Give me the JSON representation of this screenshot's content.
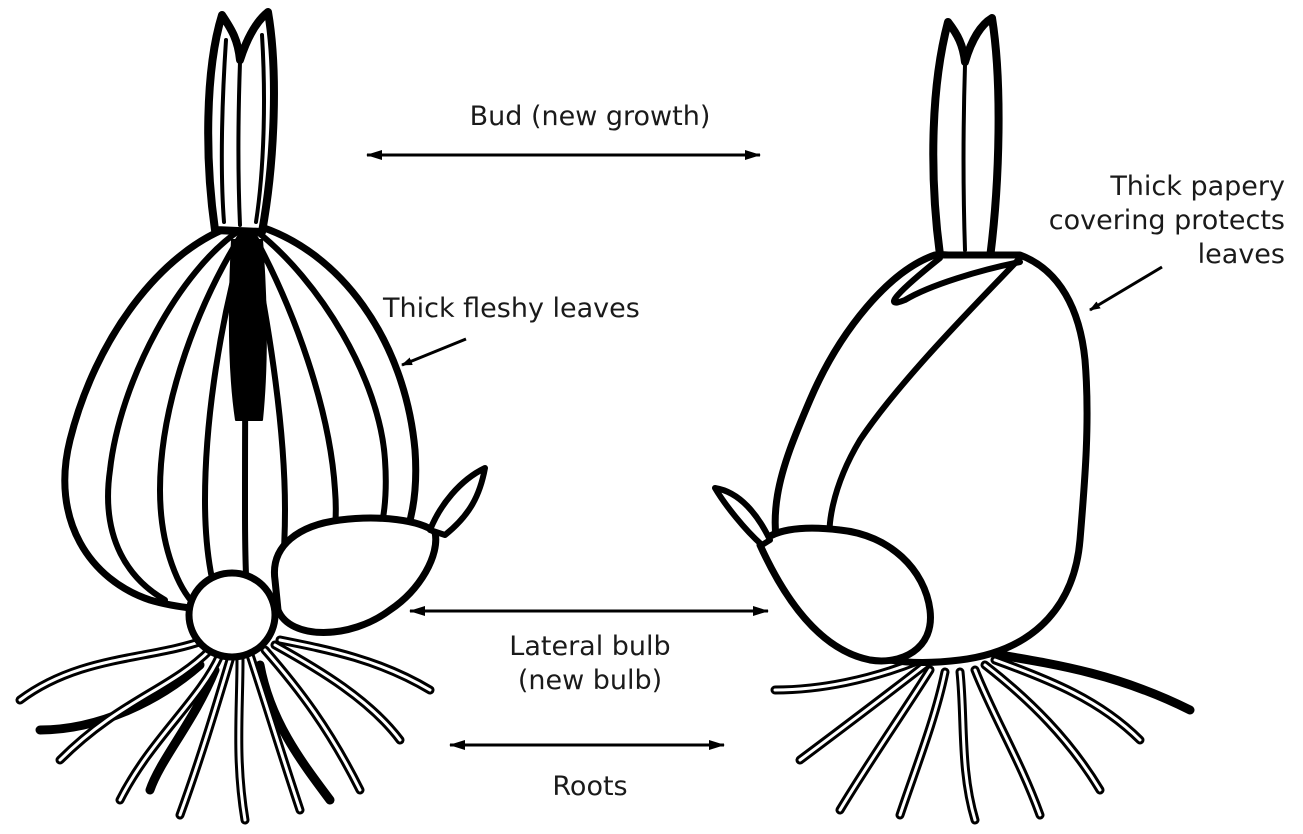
{
  "labels": {
    "bud": "Bud (new growth)",
    "fleshy_leaves": "Thick fleshy leaves",
    "papery_line1": "Thick papery",
    "papery_line2": "covering protects",
    "papery_line3": "leaves",
    "lateral_line1": "Lateral bulb",
    "lateral_line2": "(new bulb)",
    "roots": "Roots"
  },
  "colors": {
    "ink": "#000000",
    "fill": "#ffffff",
    "text": "#1a1a1a"
  }
}
